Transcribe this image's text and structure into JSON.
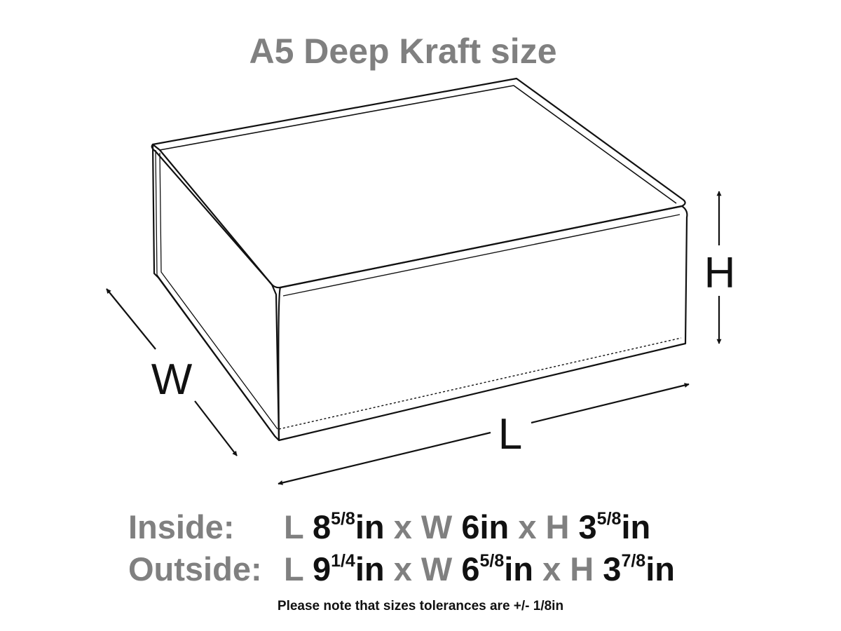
{
  "title": "A5 Deep Kraft size",
  "dimension_labels": {
    "width": "W",
    "length": "L",
    "height": "H"
  },
  "specs": {
    "inside": {
      "label": "Inside:",
      "l_letter": "L",
      "l_whole": "8",
      "l_frac": "5/8",
      "l_unit": "in",
      "x1": "x",
      "w_letter": "W",
      "w_whole": "6",
      "w_frac": "",
      "w_unit": "in",
      "x2": "x",
      "h_letter": "H",
      "h_whole": "3",
      "h_frac": "5/8",
      "h_unit": "in"
    },
    "outside": {
      "label": "Outside:",
      "l_letter": "L",
      "l_whole": "9",
      "l_frac": "1/4",
      "l_unit": "in",
      "x1": "x",
      "w_letter": "W",
      "w_whole": "6",
      "w_frac": "5/8",
      "w_unit": "in",
      "x2": "x",
      "h_letter": "H",
      "h_whole": "3",
      "h_frac": "7/8",
      "h_unit": "in"
    }
  },
  "note": "Please note that sizes tolerances are +/- 1/8in",
  "colors": {
    "title_gray": "#808080",
    "ink": "#111111",
    "background": "#ffffff"
  }
}
